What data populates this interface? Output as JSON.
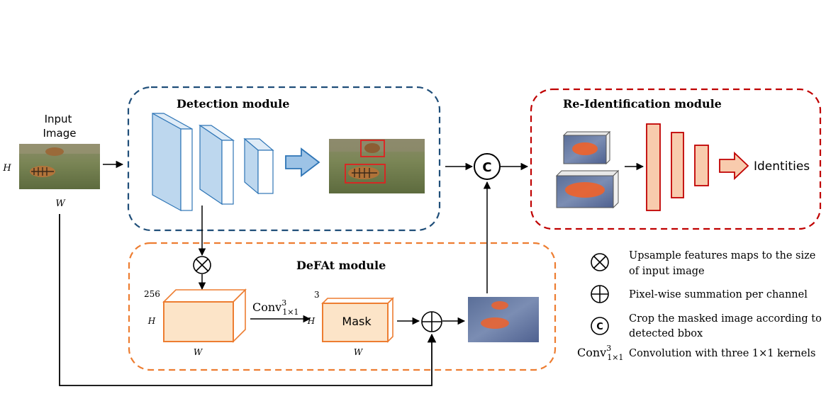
{
  "input": {
    "label_line1": "Input",
    "label_line2": "Image",
    "dim_h": "H",
    "dim_w": "W"
  },
  "detection": {
    "title": "Detection module"
  },
  "reid": {
    "title": "Re-Identification module",
    "output": "Identities"
  },
  "defat": {
    "title": "DeFAt  module",
    "feature_channels": "256",
    "feature_h": "H",
    "feature_w": "W",
    "conv_base": "Conv",
    "conv_sup": "3",
    "conv_sub": "1×1",
    "mask_channels": "3",
    "mask_label": "Mask",
    "mask_h": "H",
    "mask_w": "W"
  },
  "legend": {
    "upsample_line1": "Upsample features maps to the size",
    "upsample_line2": "of input image",
    "sum": "Pixel-wise summation per channel",
    "crop_line1": "Crop the masked image according to",
    "crop_line2": "detected bbox",
    "conv_base": "Conv",
    "conv_sup": "3",
    "conv_sub": "1×1",
    "conv_desc": "Convolution with three 1×1 kernels"
  },
  "symbols": {
    "crop": "C"
  },
  "colors": {
    "detection_border": "#1f4e79",
    "defat_border": "#ed7d31",
    "reid_border": "#c00000",
    "blue_fill": "#bdd7ee",
    "blue_stroke": "#2e75b6",
    "orange_fill": "#fce4c8",
    "orange_stroke": "#ed7d31",
    "red_fill": "#f8cbad",
    "red_stroke": "#c00000"
  }
}
